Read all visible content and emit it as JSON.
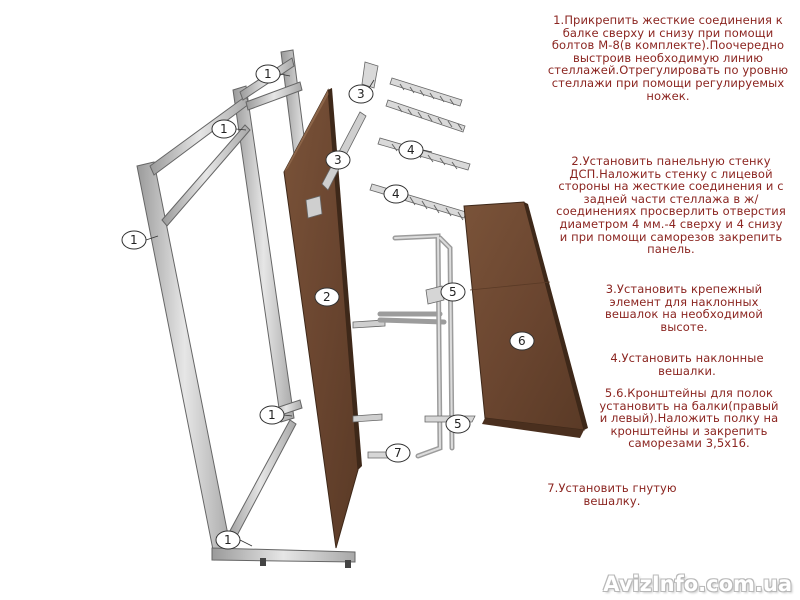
{
  "instructions": [
    "1.Прикрепить жесткие соединения к балке сверху и снизу при помощи болтов М-8(в комплекте).Поочередно выстроив необходимую линию стеллажей.Отрегулировать по уровню стеллажи при помощи регулируемых ножек.",
    "2.Установить панельную стенку ДСП.Наложить стенку с лицевой стороны на жесткие соединения и с задней части стеллажа в ж/соединениях просверлить отверстия диаметром 4 мм.-4 сверху и 4 снизу и при помощи саморезов закрепить панель.",
    "3.Установить крепежный элемент для наклонных вешалок на необходимой высоте.",
    "4.Установить наклонные вешалки.",
    "5.6.Кронштейны для полок установить на балки(правый и левый).Наложить полку на кронштейны и закрепить саморезами 3,5х16.",
    "7.Установить гнутую вешалку."
  ],
  "callouts": [
    "1",
    "1",
    "1",
    "1",
    "1",
    "2",
    "3",
    "3",
    "4",
    "4",
    "5",
    "5",
    "6",
    "7"
  ],
  "watermark": "AvizInfo.com.ua",
  "colors": {
    "text": "#8b2520",
    "wood": "#6e4a32",
    "wood_dark": "#4a2f1e",
    "metal": "#c8c8c8",
    "metal_edge": "#6c6c6c"
  }
}
